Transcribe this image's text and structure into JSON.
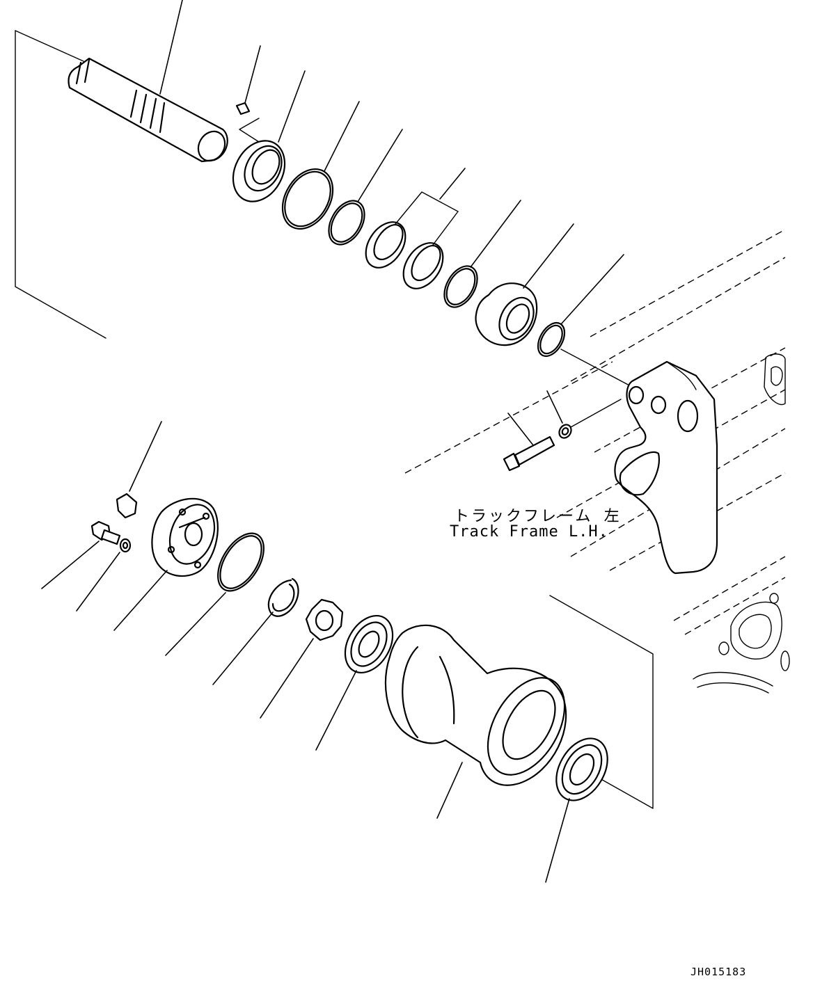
{
  "annotation": {
    "frame_label_jp": "トラックフレーム 左",
    "frame_label_en": "Track Frame L.H."
  },
  "drawing_code": "JH015183",
  "colors": {
    "line": "#000000",
    "background": "#ffffff"
  }
}
